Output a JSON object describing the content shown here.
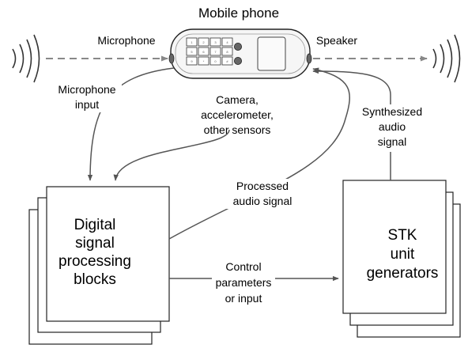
{
  "diagram": {
    "title": "Mobile phone",
    "labels": {
      "microphone": "Microphone",
      "speaker": "Speaker",
      "microphone_input": [
        "Microphone",
        "input"
      ],
      "sensors": [
        "Camera,",
        "accelerometer,",
        "other sensors"
      ],
      "synthesized": [
        "Synthesized",
        "audio",
        "signal"
      ],
      "processed": [
        "Processed",
        "audio signal"
      ],
      "control": [
        "Control",
        "parameters",
        "or input"
      ]
    },
    "blocks": {
      "dsp": [
        "Digital",
        "signal",
        "processing",
        "blocks"
      ],
      "stk": [
        "STK",
        "unit",
        "generators"
      ]
    },
    "keypad": [
      "1",
      "2",
      "3",
      "4",
      "5",
      "6",
      "7",
      "8",
      "9",
      "*",
      "0",
      "#"
    ]
  }
}
